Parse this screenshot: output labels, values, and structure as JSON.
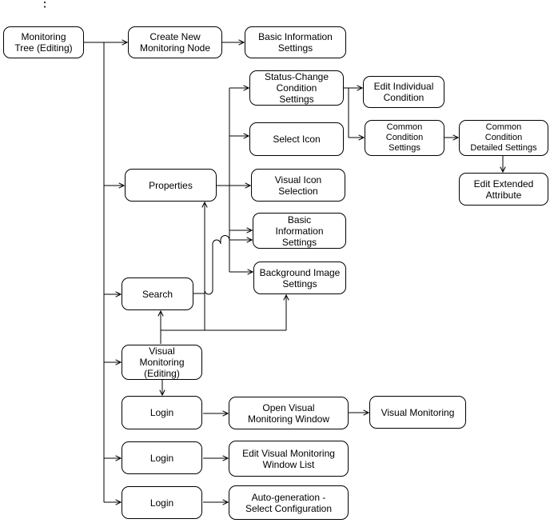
{
  "ellipsis": "⋮",
  "nodes": {
    "monitoring_tree": "Monitoring\nTree (Editing)",
    "create_node": "Create New\nMonitoring Node",
    "basic_info_1": "Basic Information\nSettings",
    "status_change": "Status-Change\nCondition\nSettings",
    "edit_individual": "Edit Individual\nCondition",
    "common_condition": "Common\nCondition\nSettings",
    "common_detailed": "Common\nCondition\nDetailed Settings",
    "edit_extended": "Edit Extended\nAttribute",
    "select_icon": "Select Icon",
    "properties": "Properties",
    "visual_icon": "Visual Icon\nSelection",
    "basic_info_2": "Basic\nInformation\nSettings",
    "background_image": "Background Image\nSettings",
    "search": "Search",
    "visual_monitoring_editing": "Visual\nMonitoring\n(Editing)",
    "login_1": "Login",
    "open_visual": "Open Visual\nMonitoring Window",
    "visual_monitoring": "Visual Monitoring",
    "login_2": "Login",
    "edit_visual_list": "Edit Visual Monitoring\nWindow List",
    "login_3": "Login",
    "auto_generation": "Auto-generation -\nSelect Configuration"
  }
}
